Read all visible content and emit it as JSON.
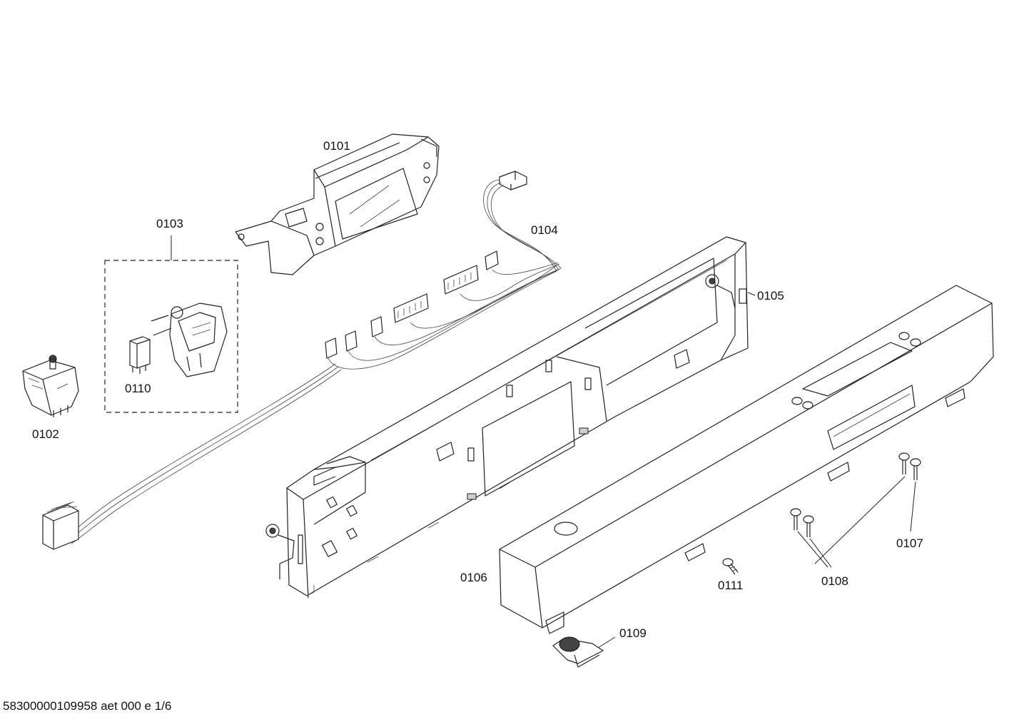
{
  "drawing": {
    "part_labels": {
      "p0101": "0101",
      "p0102": "0102",
      "p0103": "0103",
      "p0104": "0104",
      "p0105": "0105",
      "p0106": "0106",
      "p0107": "0107",
      "p0108": "0108",
      "p0109": "0109",
      "p0110": "0110",
      "p0111": "0111"
    },
    "footer": "58300000109958 aet 000 e 1/6"
  }
}
